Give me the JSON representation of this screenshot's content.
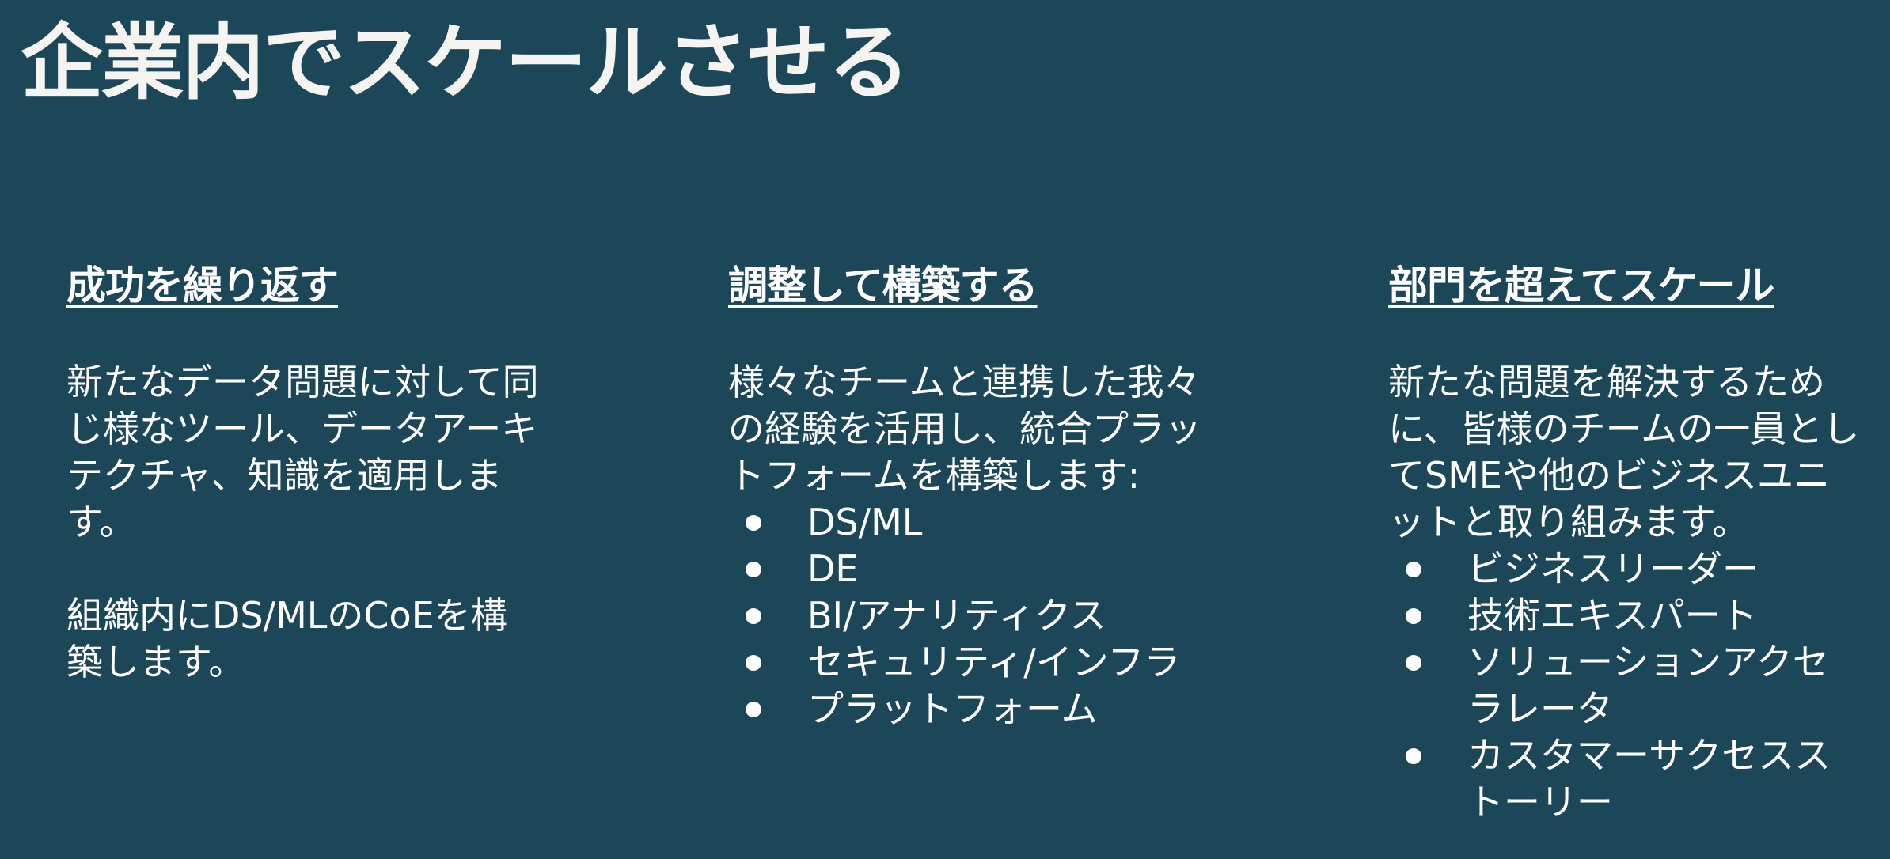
{
  "slide": {
    "title": "企業内でスケールさせる",
    "background_color": "#1c4759",
    "title_color": "#f5f4f0",
    "text_color": "#ffffff"
  },
  "columns": [
    {
      "heading": "成功を繰り返す",
      "paragraphs": [
        "新たなデータ問題に対して同じ様なツール、データアーキテクチャ、知識を適用します。",
        "組織内にDS/MLのCoEを構築します。"
      ]
    },
    {
      "heading": "調整して構築する",
      "intro": "様々なチームと連携した我々の経験を活用し、統合プラットフォームを構築します:",
      "bullets": [
        "DS/ML",
        "DE",
        "BI/アナリティクス",
        "セキュリティ/インフラ",
        "プラットフォーム"
      ]
    },
    {
      "heading": "部門を超えてスケール",
      "intro": "新たな問題を解決するために、皆様のチームの一員としてSMEや他のビジネスユニットと取り組みます。",
      "bullets": [
        "ビジネスリーダー",
        "技術エキスパート",
        "ソリューションアクセラレータ",
        "カスタマーサクセスストーリー"
      ]
    }
  ]
}
